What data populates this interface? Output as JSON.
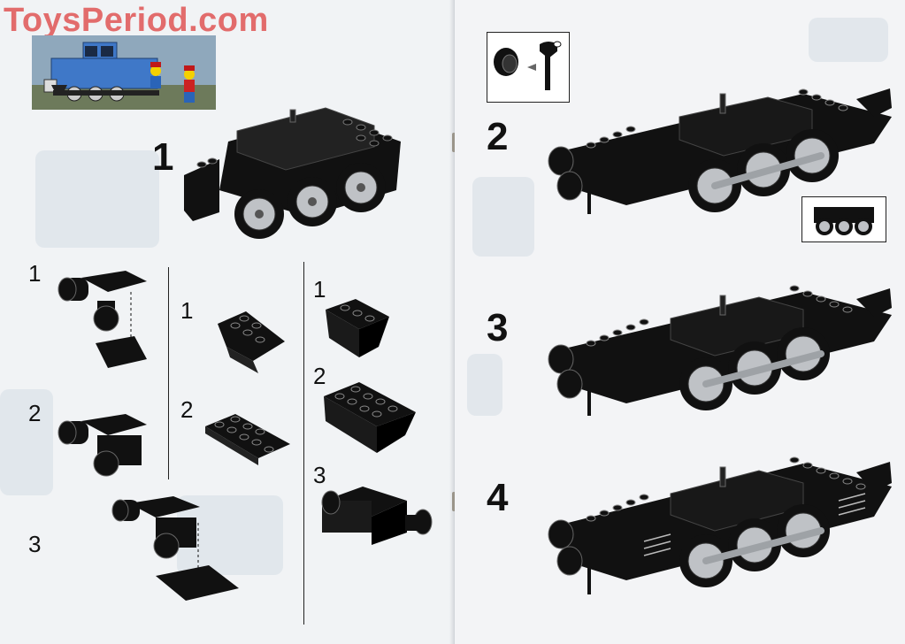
{
  "watermark": "ToysPeriod.com",
  "left_page": {
    "main_step": "1",
    "sub_steps_col1": [
      "1",
      "2",
      "3"
    ],
    "sub_steps_col2": [
      "1",
      "2"
    ],
    "sub_steps_col3": [
      "1",
      "2",
      "3"
    ]
  },
  "right_page": {
    "steps": [
      "2",
      "3",
      "4"
    ]
  },
  "colors": {
    "brick": "#111111",
    "wheel": "#bfc2c6",
    "loco_blue": "#3f78c8",
    "watermark": "#e26c6c"
  }
}
